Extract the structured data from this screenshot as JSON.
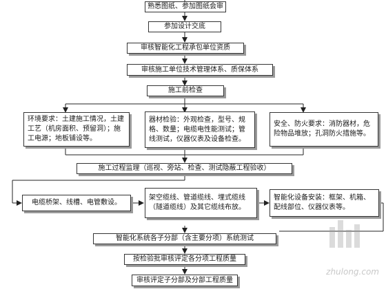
{
  "steps": {
    "s1": "熟悉图纸、参加图纸会审",
    "s2": "参加设计交底",
    "s3": "审核智能化工程承包单位资质",
    "s4": "审核施工单位技术管理体系、质保体系",
    "s5": "施工前检查",
    "env": "环境要求：土建施工情况，土建工艺（机房面积、预留洞）；施工电源；地板铺设等。",
    "equip": "器材检验：外观检查，型号、规格、数量；电缆电性能测试；管线测试，仪器仪表及设备检查。",
    "safety": "安全、防火要求：消防器材，危险物品堆放；孔洞防火措施等。",
    "s6": "施工过程监理（巡视、旁站、检查、测试隐蔽工程验收）",
    "cable": "电缆桥架、线槽、电管敷设。",
    "wiring": "架空缆线、管道缆线、埋式缆线（隧道缆线）及其它缆线布放。",
    "install": "智能化设备安装：框架、机箱、配线部位、仪器仪表等。",
    "s7": "智能化系统各子分部（含主要分项）系统测试",
    "s8": "按检验批审核评定各分项工程质量",
    "s9": "审核评定子分部及分部工程质量"
  },
  "watermark": "zhulong.com"
}
